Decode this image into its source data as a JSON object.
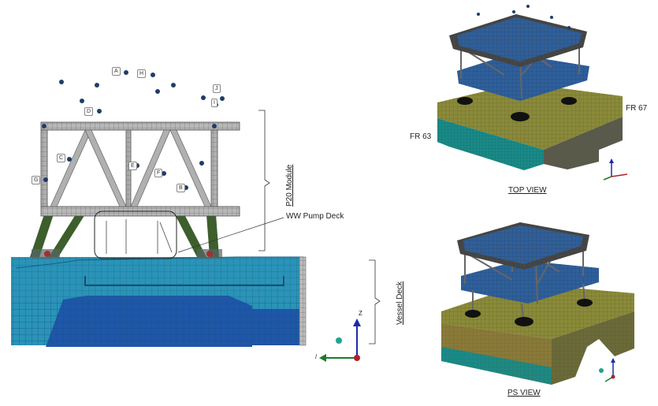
{
  "labels": {
    "p20_module": "P20 Module",
    "ww_pump_deck": "WW Pump Deck",
    "vessel_deck": "Vessel Deck",
    "fr67": "FR 67",
    "fr63": "FR 63",
    "top_view": "TOP VIEW",
    "ps_view": "PS VIEW"
  },
  "point_tags": [
    "A",
    "H",
    "D",
    "J",
    "I",
    "C",
    "E",
    "F",
    "G",
    "B"
  ],
  "axis_labels": {
    "z": "Z",
    "y": "/"
  },
  "colors": {
    "vessel_fill": "#2a93b8",
    "vessel_dark": "#1e57a8",
    "frame_gray": "#9a9a9a",
    "leg_green": "#3c5f2c",
    "deck_olive": "#8a8a3a",
    "deck_blue": "#2f5f9a",
    "axis_blue": "#1c2aa8",
    "axis_green": "#1d7a2a",
    "axis_red": "#b0202a"
  }
}
